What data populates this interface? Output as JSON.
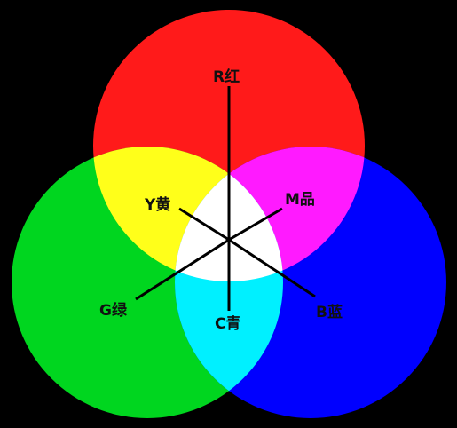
{
  "background_color": "#000000",
  "primaries": [
    {
      "key": "red",
      "label": "R红",
      "color": "#ff1a1a"
    },
    {
      "key": "green",
      "label": "G绿",
      "color": "#00d61f"
    },
    {
      "key": "blue",
      "label": "B蓝",
      "color": "#0000ff"
    }
  ],
  "secondaries": [
    {
      "key": "yellow",
      "label": "Y黄",
      "color": "#ffff1a"
    },
    {
      "key": "magenta",
      "label": "M品",
      "color": "#ff1aff"
    },
    {
      "key": "cyan",
      "label": "C青",
      "color": "#00f0ff"
    }
  ],
  "center_color": "#ffffff",
  "line_color": "#000000"
}
